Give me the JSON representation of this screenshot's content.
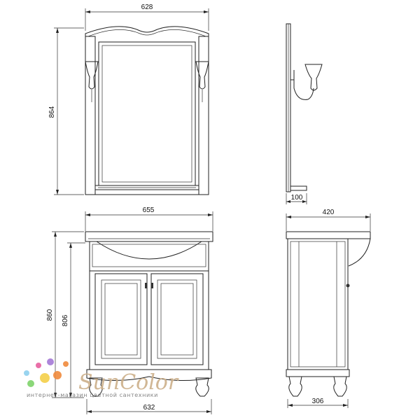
{
  "dimensions": {
    "mirror_width": "628",
    "mirror_height": "864",
    "mirror_depth": "100",
    "vanity_top_width": "655",
    "vanity_top_depth": "420",
    "vanity_total_height": "860",
    "vanity_body_height": "806",
    "vanity_base_width": "632",
    "vanity_base_depth": "306"
  },
  "watermark": {
    "brand": "SunColor",
    "tagline": "интернет-магазин цветной сантехники",
    "dot_colors": [
      "#e7609f",
      "#a57ad6",
      "#8fd0ee",
      "#f5d04a",
      "#7fd36b",
      "#f08a3c"
    ]
  }
}
